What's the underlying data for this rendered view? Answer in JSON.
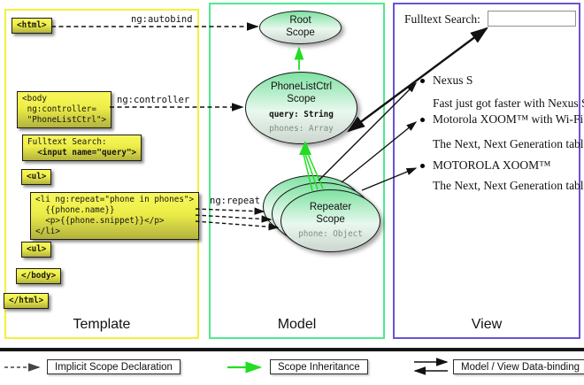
{
  "panels": {
    "template": {
      "title": "Template"
    },
    "model": {
      "title": "Model"
    },
    "view": {
      "title": "View"
    }
  },
  "template": {
    "boxes": {
      "html_open": "<html>",
      "body_open": "<body\n ng:controller=\n \"PhoneListCtrl\">",
      "fulltext_label": "Fulltext Search:",
      "fulltext_input": "  <input name=\"query\">",
      "ul_open": "<ul>",
      "li_repeat": "<li ng:repeat=\"phone in phones\">\n  {{phone.name}}\n  <p>{{phone.snippet}}</p>\n</li>",
      "ul_close": "<ul>",
      "body_close": "</body>",
      "html_close": "</html>"
    },
    "edge_labels": {
      "autobind": "ng:autobind",
      "controller": "ng:controller",
      "repeat": "ng:repeat"
    }
  },
  "model": {
    "root_scope": {
      "title": "Root\nScope"
    },
    "phonelist_scope": {
      "title": "PhoneListCtrl\nScope",
      "query": "query: String",
      "phones": "phones: Array"
    },
    "repeater_scope": {
      "title": "Repeater\nScope",
      "phone": "phone: Object"
    }
  },
  "view": {
    "fulltext_label": "Fulltext Search:",
    "search_value": "",
    "items": [
      {
        "title": "Nexus S",
        "desc": "Fast just got faster with Nexus S."
      },
      {
        "title": "Motorola XOOM™  with Wi-Fi",
        "desc": "The Next, Next Generation tablet."
      },
      {
        "title": "MOTOROLA XOOM™",
        "desc": "The Next, Next Generation tablet."
      }
    ]
  },
  "legend": {
    "implicit": "Implicit Scope Declaration",
    "inheritance": "Scope Inheritance",
    "binding": "Model / View Data-binding"
  },
  "colors": {
    "template_border": "#f2f23c",
    "model_border": "#50e88e",
    "view_border": "#6a52d8",
    "scope_fill_top": "#7fe2a2",
    "codebox_fill": "#f0f050",
    "inheritance_arrow": "#22dd22",
    "arrow_black": "#111111"
  }
}
